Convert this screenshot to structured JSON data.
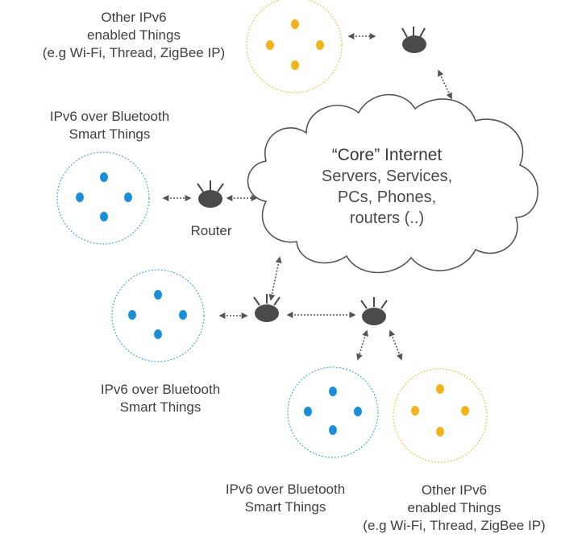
{
  "colors": {
    "bluetooth_dot": "#1a8fd8",
    "bluetooth_circle": "#4aa7e6",
    "other_dot": "#f2b31b",
    "other_circle": "#f0c44a",
    "router": "#4a4a4a",
    "arrow": "#555555",
    "cloud_stroke": "#555555",
    "text": "#3f3f3f"
  },
  "labels": {
    "other_top": [
      "Other IPv6",
      "enabled Things",
      "(e.g Wi-Fi, Thread, ZigBee IP)"
    ],
    "bt_left": [
      "IPv6 over Bluetooth",
      "Smart Things"
    ],
    "router": "Router",
    "bt_middle": [
      "IPv6 over Bluetooth",
      "Smart Things"
    ],
    "bt_bottom": [
      "IPv6 over Bluetooth",
      "Smart Things"
    ],
    "other_bottom": [
      "Other IPv6",
      "enabled  Things",
      "(e.g Wi-Fi, Thread, ZigBee IP)"
    ]
  },
  "cloud": {
    "title": "“Core” Internet",
    "lines": [
      "Servers, Services,",
      "PCs, Phones,",
      "routers (..)"
    ]
  },
  "icons": [
    "router-icon",
    "device-dot-icon",
    "bidirectional-arrow-icon",
    "cloud-icon"
  ]
}
